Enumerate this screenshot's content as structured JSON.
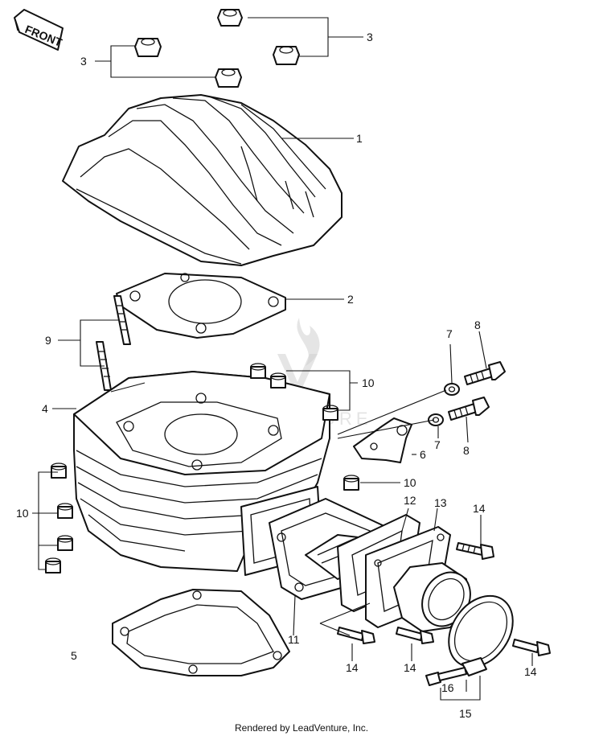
{
  "arrow_text": "FRONT",
  "watermark": "LEADVENTURE",
  "credit": "Rendered by LeadVenture, Inc.",
  "callouts": {
    "c1": "1",
    "c2": "2",
    "c3a": "3",
    "c3b": "3",
    "c4": "4",
    "c5": "5",
    "c6": "6",
    "c7a": "7",
    "c7b": "7",
    "c8a": "8",
    "c8b": "8",
    "c9": "9",
    "c10a": "10",
    "c10b": "10",
    "c10c": "10",
    "c11": "11",
    "c12": "12",
    "c13": "13",
    "c14a": "14",
    "c14b": "14",
    "c14c": "14",
    "c14d": "14",
    "c15": "15",
    "c16": "16"
  }
}
